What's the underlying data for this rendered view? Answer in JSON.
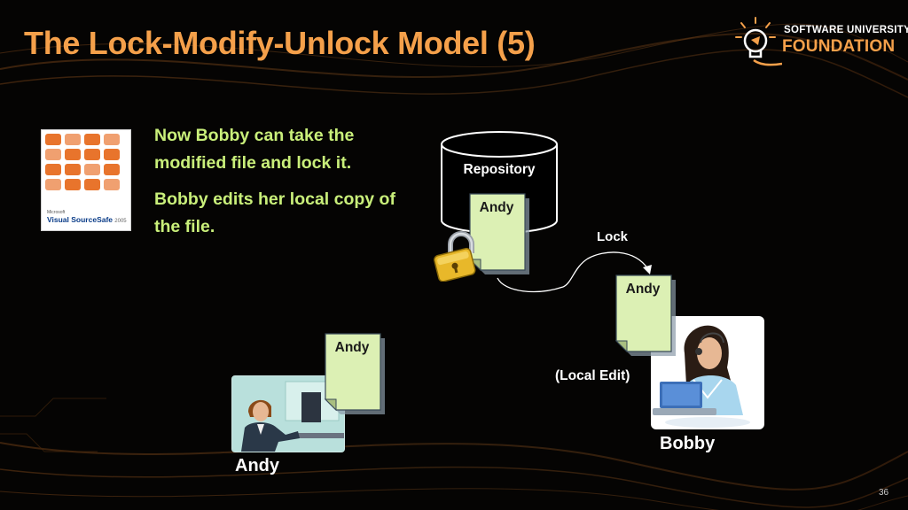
{
  "slide": {
    "title": "The Lock-Modify-Unlock Model (5)",
    "page_number": "36"
  },
  "logo": {
    "line1": "SOFTWARE UNIVERSITY",
    "line2": "FOUNDATION",
    "icon": "lightbulb-icon"
  },
  "product_box": {
    "brand": "Microsoft",
    "name": "Visual SourceSafe",
    "version": "2005"
  },
  "bullets": [
    "Now Bobby can take the modified file and lock it.",
    "Bobby edits her local copy of the file."
  ],
  "diagram": {
    "repository_label": "Repository",
    "repo_doc_label": "Andy",
    "arrow_label": "Lock",
    "bobby_doc_label": "Andy",
    "local_edit_label": "(Local Edit)",
    "andy_doc_label": "Andy",
    "bobby_name": "Bobby",
    "andy_name": "Andy"
  },
  "colors": {
    "background": "#050403",
    "title": "#f5a04a",
    "bullet_text": "#c9ef7a",
    "document_fill": "#dcf0b4",
    "lock_gold": "#e8b82a"
  }
}
